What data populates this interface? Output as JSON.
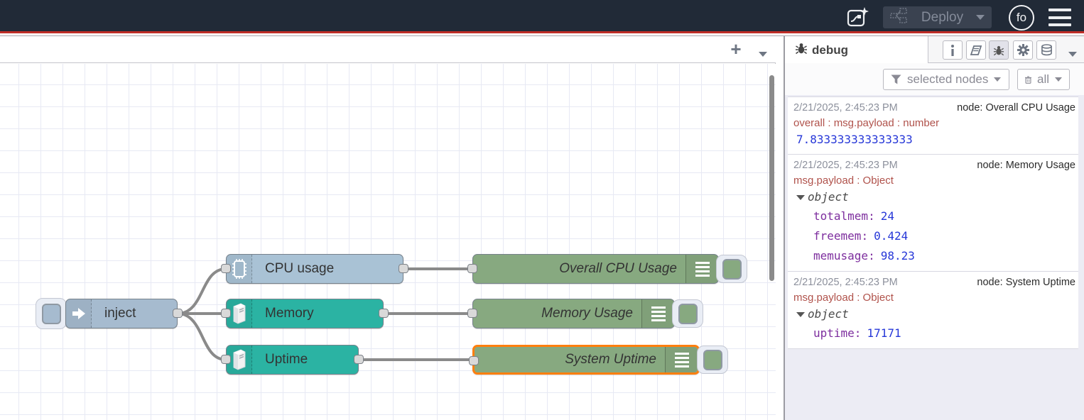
{
  "header": {
    "deploy_label": "Deploy",
    "avatar_initials": "fo"
  },
  "canvas": {
    "add_flow_label": "+"
  },
  "flow": {
    "inject": {
      "label": "inject"
    },
    "cpu": {
      "label": "CPU usage"
    },
    "memory": {
      "label": "Memory"
    },
    "uptime": {
      "label": "Uptime"
    },
    "debug_cpu": {
      "label": "Overall CPU Usage"
    },
    "debug_memory": {
      "label": "Memory Usage"
    },
    "debug_uptime": {
      "label": "System Uptime"
    }
  },
  "sidebar": {
    "tab_label": "debug",
    "filter_button": "selected nodes",
    "clear_button": "all",
    "messages": [
      {
        "timestamp": "2/21/2025, 2:45:23 PM",
        "source": "node: Overall CPU Usage",
        "path": "overall : msg.payload : number",
        "value": "7.833333333333333"
      },
      {
        "timestamp": "2/21/2025, 2:45:23 PM",
        "source": "node: Memory Usage",
        "path": "msg.payload : Object",
        "object_label": "object",
        "fields": [
          {
            "key": "totalmem",
            "value": "24"
          },
          {
            "key": "freemem",
            "value": "0.424"
          },
          {
            "key": "memusage",
            "value": "98.23"
          }
        ]
      },
      {
        "timestamp": "2/21/2025, 2:45:23 PM",
        "source": "node: System Uptime",
        "path": "msg.payload : Object",
        "object_label": "object",
        "fields": [
          {
            "key": "uptime",
            "value": "17171"
          }
        ]
      }
    ]
  },
  "colors": {
    "header_bg": "#212a37",
    "accent_red": "#bf2e28",
    "inject_node": "#a6bbcf",
    "os_node_teal": "#2bb3a3",
    "debug_node_green": "#87a980",
    "selected_border": "#ff7f0e",
    "wire": "#8a8a8a",
    "debug_value_blue": "#2637d8",
    "debug_key_purple": "#7d2e9e",
    "debug_path_red": "#b0524b"
  }
}
